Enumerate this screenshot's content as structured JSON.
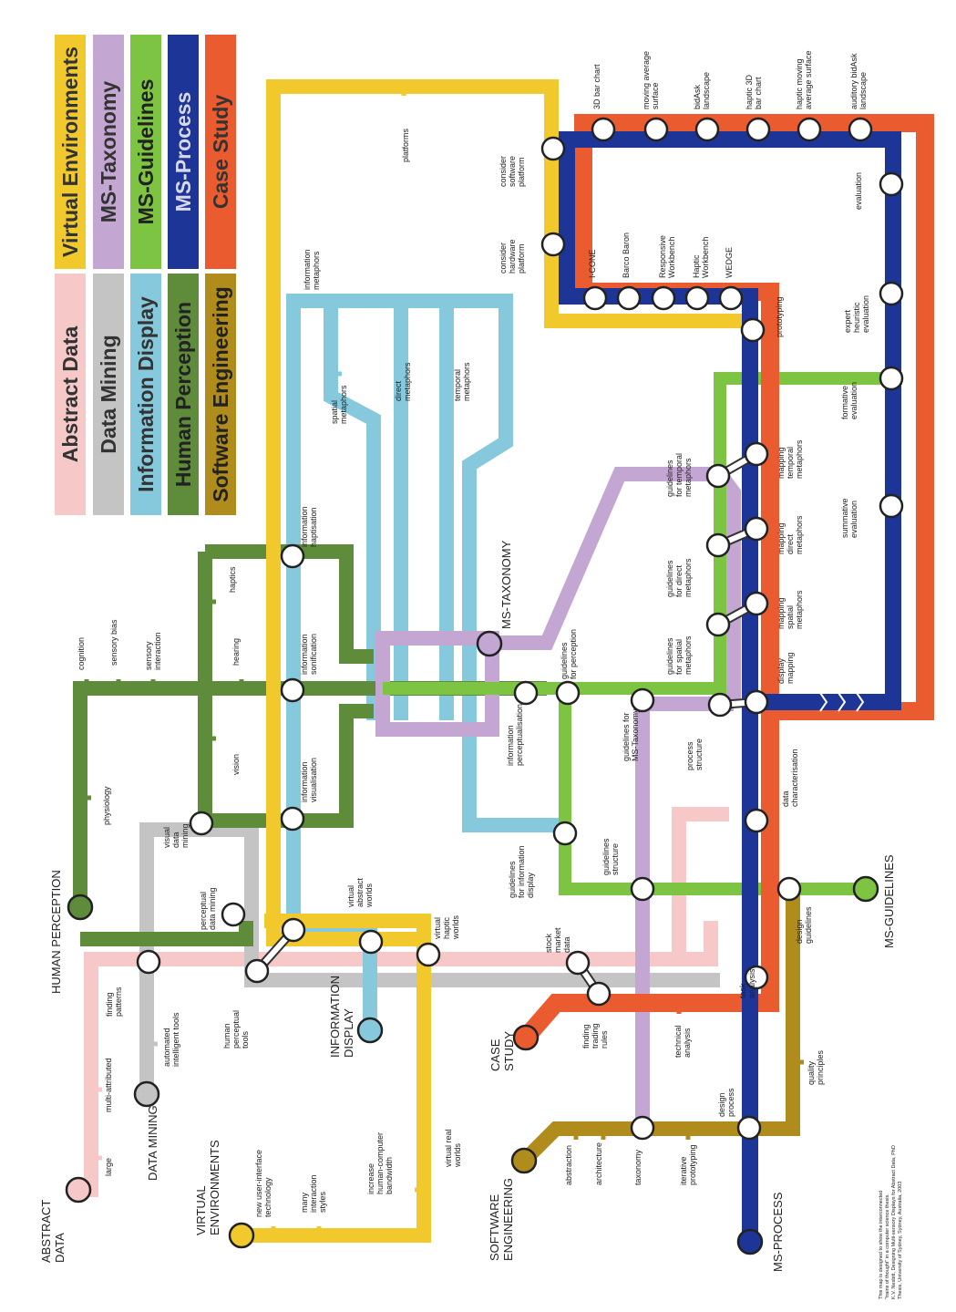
{
  "colors": {
    "abstract_data": "#f6c8c8",
    "data_mining": "#c4c4c4",
    "information_display": "#86c8dc",
    "human_perception": "#5e8c3a",
    "software_engineering": "#b08c1c",
    "virtual_environments": "#f2c92c",
    "ms_taxonomy": "#c4a6d2",
    "ms_guidelines": "#7cc441",
    "ms_process": "#1c3596",
    "case_study": "#ea5b30"
  },
  "legend": {
    "left": [
      {
        "key": "abstract_data",
        "label": "Abstract Data",
        "text_color": "#333333"
      },
      {
        "key": "data_mining",
        "label": "Data Mining",
        "text_color": "#333333"
      },
      {
        "key": "information_display",
        "label": "Information Display",
        "text_color": "#333333"
      },
      {
        "key": "human_perception",
        "label": "Human Perception",
        "text_color": "#222222"
      },
      {
        "key": "software_engineering",
        "label": "Software Engineering",
        "text_color": "#222222"
      }
    ],
    "right": [
      {
        "key": "virtual_environments",
        "label": "Virtual Environments",
        "text_color": "#333333"
      },
      {
        "key": "ms_taxonomy",
        "label": "MS-Taxonomy",
        "text_color": "#333333"
      },
      {
        "key": "ms_guidelines",
        "label": "MS-Guidelines",
        "text_color": "#222222"
      },
      {
        "key": "ms_process",
        "label": "MS-Process",
        "text_color": "#d8d8e8"
      },
      {
        "key": "case_study",
        "label": "Case Study",
        "text_color": "#333333"
      }
    ]
  },
  "termini": [
    {
      "line": "abstract_data",
      "lines": [
        "ABSTRACT",
        "DATA"
      ]
    },
    {
      "line": "virtual_environments",
      "lines": [
        "VIRTUAL",
        "ENVIRONMENTS"
      ]
    },
    {
      "line": "data_mining",
      "lines": [
        "DATA MINING"
      ]
    },
    {
      "line": "human_perception",
      "lines": [
        "HUMAN   PERCEPTION"
      ]
    },
    {
      "line": "information_display",
      "lines": [
        "INFORMATION",
        "DISPLAY"
      ]
    },
    {
      "line": "case_study",
      "lines": [
        "CASE",
        "STUDY"
      ]
    },
    {
      "line": "software_engineering",
      "lines": [
        "SOFTWARE",
        "ENGINEERING"
      ]
    },
    {
      "line": "ms_process",
      "lines": [
        "MS-PROCESS"
      ]
    },
    {
      "line": "ms_guidelines",
      "lines": [
        "MS-GUIDELINES"
      ]
    },
    {
      "line": "ms_taxonomy",
      "lines": [
        "MS-TAXONOMY"
      ]
    }
  ],
  "stations": [
    [
      "large"
    ],
    [
      "multi-attributed"
    ],
    [
      "finding",
      "patterns"
    ],
    [
      "automated",
      "intelligent tools"
    ],
    [
      "perceptual",
      "data mining"
    ],
    [
      "visual",
      "data",
      "mining"
    ],
    [
      "physiology"
    ],
    [
      "cognition"
    ],
    [
      "sensory bias"
    ],
    [
      "sensory",
      "interaction"
    ],
    [
      "haptics"
    ],
    [
      "hearing"
    ],
    [
      "vision"
    ],
    [
      "information",
      "haptisation"
    ],
    [
      "information",
      "sonification"
    ],
    [
      "information",
      "visualisation"
    ],
    [
      "information",
      "metaphors"
    ],
    [
      "spatial",
      "metaphors"
    ],
    [
      "direct",
      "metaphors"
    ],
    [
      "temporal",
      "metaphors"
    ],
    [
      "platforms"
    ],
    [
      "consider",
      "hardware",
      "platform"
    ],
    [
      "consider",
      "software",
      "platform"
    ],
    [
      "new user-interface",
      "technology"
    ],
    [
      "many",
      "interaction",
      "styles"
    ],
    [
      "increase",
      "human-computer",
      "bandwidth"
    ],
    [
      "human",
      "perceptual",
      "tools"
    ],
    [
      "virtual",
      "abstract",
      "worlds"
    ],
    [
      "virtual",
      "haptic",
      "worlds"
    ],
    [
      "virtual real",
      "worlds"
    ],
    [
      "stock",
      "market",
      "data"
    ],
    [
      "finding",
      "trading",
      "rules"
    ],
    [
      "technical",
      "analysis"
    ],
    [
      "guidelines",
      "for information",
      "display"
    ],
    [
      "guidelines",
      "structure"
    ],
    [
      "information",
      "perceptualisation"
    ],
    [
      "guidelines",
      "for perception"
    ],
    [
      "guidelines for",
      "MS-Taxonomy"
    ],
    [
      "guidelines",
      "for spatial",
      "metaphors"
    ],
    [
      "guidelines",
      "for direct",
      "metaphors"
    ],
    [
      "guidelines",
      "for temporal",
      "metaphors"
    ],
    [
      "process",
      "structure"
    ],
    [
      "display",
      "mapping"
    ],
    [
      "mapping",
      "spatial",
      "metaphors"
    ],
    [
      "mapping",
      "direct",
      "metaphors"
    ],
    [
      "mapping",
      "temporal",
      "metaphors"
    ],
    [
      "prototyping"
    ],
    [
      "data",
      "characterisation"
    ],
    [
      "design",
      "guidelines"
    ],
    [
      "task",
      "analysis"
    ],
    [
      "quality",
      "principles"
    ],
    [
      "design",
      "process"
    ],
    [
      "abstraction"
    ],
    [
      "architecture"
    ],
    [
      "taxonomy"
    ],
    [
      "iterative",
      "prototyping"
    ],
    [
      "summative",
      "evaluation"
    ],
    [
      "formative",
      "evaluation"
    ],
    [
      "expert",
      "heuristic",
      "evaluation"
    ],
    [
      "evaluation"
    ],
    [
      "I-CONE"
    ],
    [
      "Barco Baron"
    ],
    [
      "Responsive",
      "Workbench"
    ],
    [
      "Haptic",
      "Workbench"
    ],
    [
      "WEDGE"
    ],
    [
      "3D bar chart"
    ],
    [
      "moving average",
      "surface"
    ],
    [
      "bidAsk",
      "landscape"
    ],
    [
      "haptic 3D",
      "bar chart"
    ],
    [
      "haptic moving",
      "average surface"
    ],
    [
      "auditory bidAsk",
      "landscape"
    ]
  ],
  "footnote": [
    "This map is designed to show the interconnected",
    "\"trains of thought\" in a computer science thesis.",
    "K.V. Nesbitt, Designing Multi-sensory Displays for Abstract Data, PhD",
    "Thesis, University of Sydney, Sydney, Australia, 2003"
  ]
}
